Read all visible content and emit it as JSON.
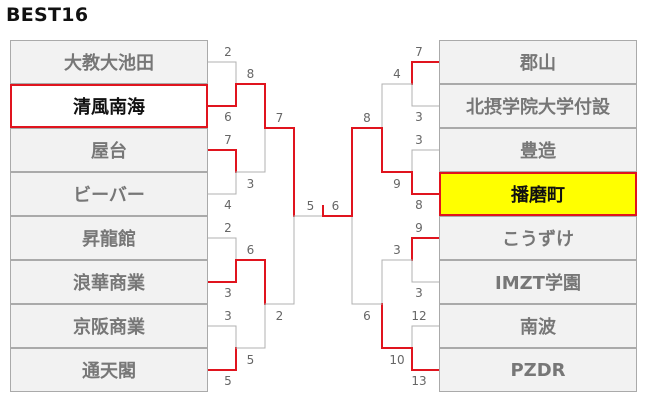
{
  "title": "BEST16",
  "colors": {
    "win_line": "#e0141e",
    "lose_line": "#b0b0b0",
    "champion_fill": "#ffff00"
  },
  "left_teams": [
    "大教大池田",
    "清風南海",
    "屋台",
    "ビーバー",
    "昇龍館",
    "浪華商業",
    "京阪商業",
    "通天閣"
  ],
  "right_teams": [
    "郡山",
    "北摂学院大学付設",
    "豊造",
    "播磨町",
    "こうずけ",
    "IMZT学園",
    "南波",
    "PZDR"
  ],
  "left_scores": {
    "r1": [
      "2",
      "6",
      "7",
      "4",
      "2",
      "3",
      "3",
      "5"
    ],
    "r2": [
      "8",
      "3",
      "6",
      "5"
    ],
    "r3": [
      "7",
      "2"
    ],
    "final": "5"
  },
  "right_scores": {
    "r1": [
      "7",
      "3",
      "3",
      "8",
      "9",
      "3",
      "12",
      "13"
    ],
    "r2": [
      "4",
      "9",
      "3",
      "10"
    ],
    "r3": [
      "8",
      "6"
    ],
    "final": "6"
  },
  "bracket": {
    "left_r1_winners": [
      1,
      2,
      5,
      7
    ],
    "left_r2_winners": [
      0,
      2
    ],
    "left_r3_winner": 0,
    "right_r1_winners": [
      0,
      3,
      4,
      7
    ],
    "right_r2_winners": [
      1,
      3
    ],
    "right_r3_winner": 0,
    "champion_side": "right"
  }
}
